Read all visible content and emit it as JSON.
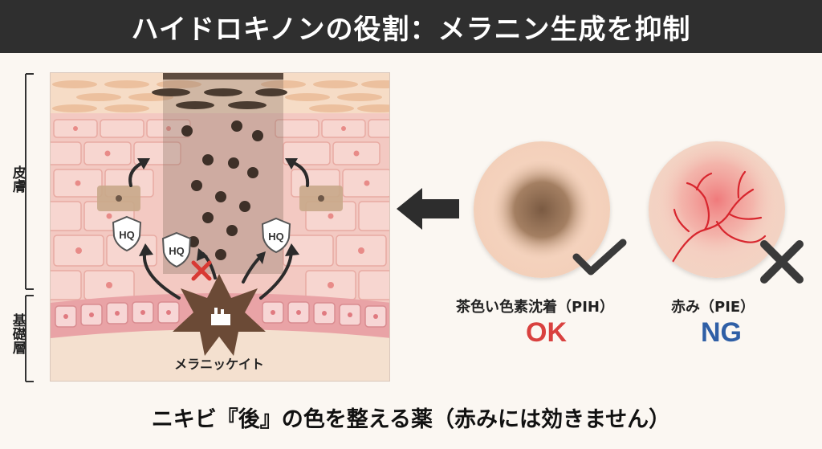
{
  "header": {
    "title": "ハイドロキノンの役割：メラニン生成を抑制"
  },
  "layers": {
    "epidermis": "皮膚",
    "basal": "基礎層"
  },
  "diagram": {
    "hq_label": "HQ",
    "melanocyte_label": "メラニッケイト"
  },
  "cases": {
    "pih": {
      "label": "茶色い色素沈着（PIH）",
      "verdict": "OK",
      "verdict_color": "#d9413f",
      "mark": "check"
    },
    "pie": {
      "label": "赤み（PIE）",
      "verdict": "NG",
      "verdict_color": "#2f5fa6",
      "mark": "cross"
    }
  },
  "footer": {
    "caption": "ニキビ『後』の色を整える薬（赤みには効きません）"
  }
}
